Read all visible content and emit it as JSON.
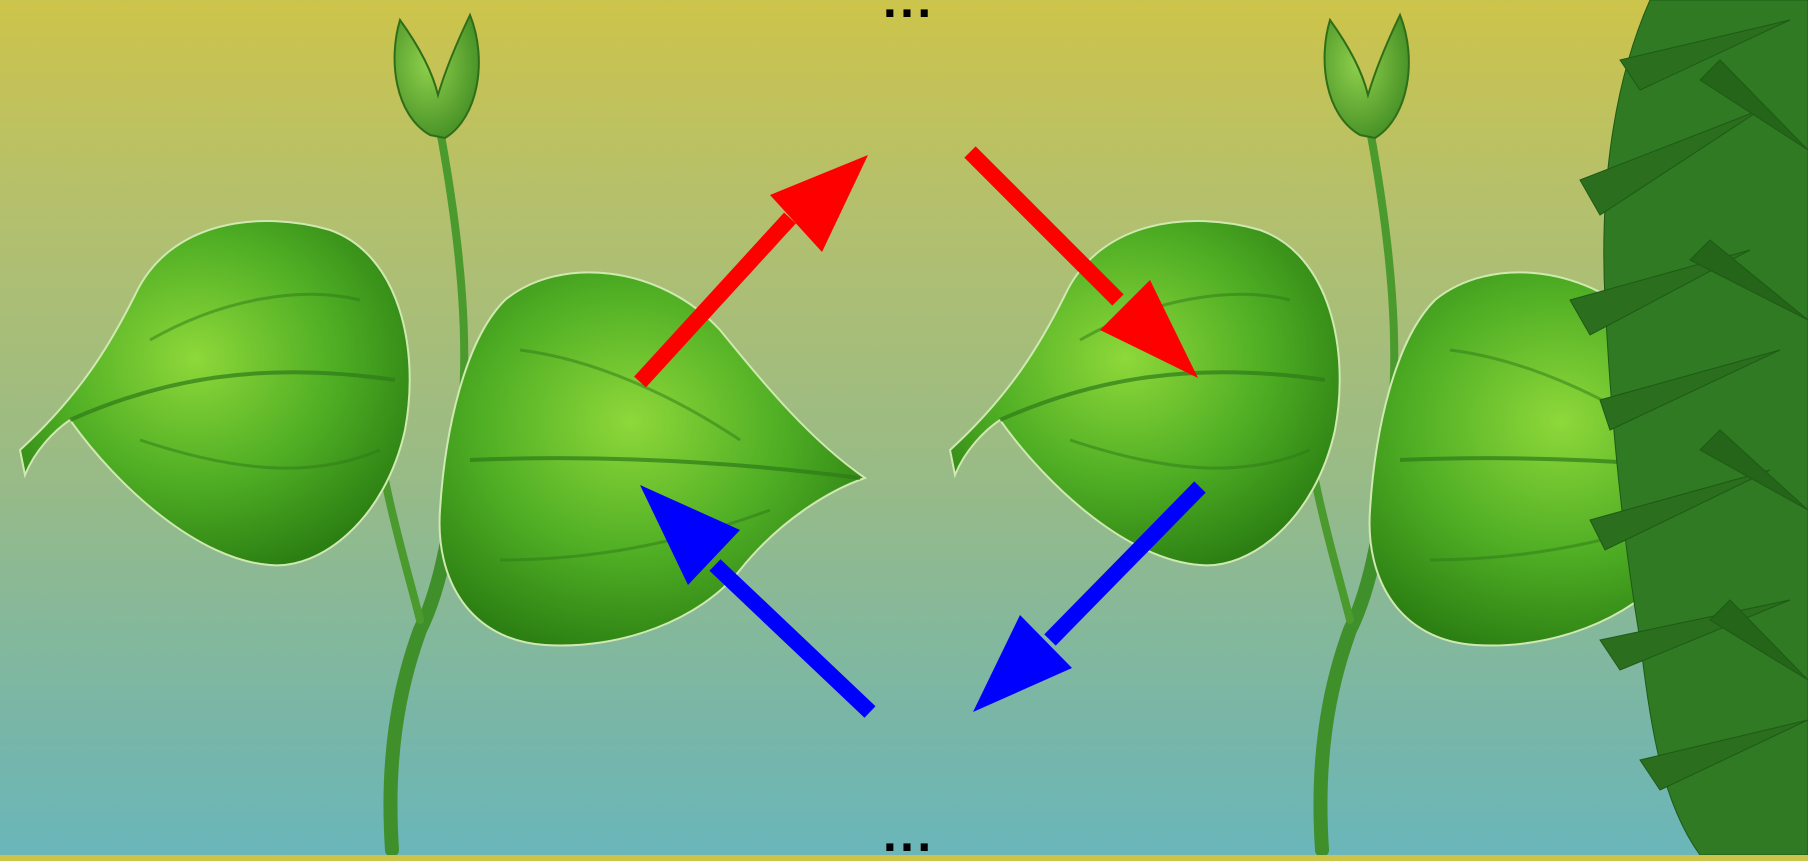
{
  "diagram": {
    "ellipsis_top": "...",
    "ellipsis_bottom": "...",
    "arrows": [
      {
        "id": "red-arrow-up",
        "color": "#ff0000"
      },
      {
        "id": "red-arrow-down",
        "color": "#ff0000"
      },
      {
        "id": "blue-arrow-down-left",
        "color": "#0000ff"
      },
      {
        "id": "blue-arrow-up-left",
        "color": "#0000ff"
      }
    ],
    "images": [
      "betel-leaf-plant",
      "betel-leaf-plant",
      "bamboo-foliage"
    ]
  }
}
